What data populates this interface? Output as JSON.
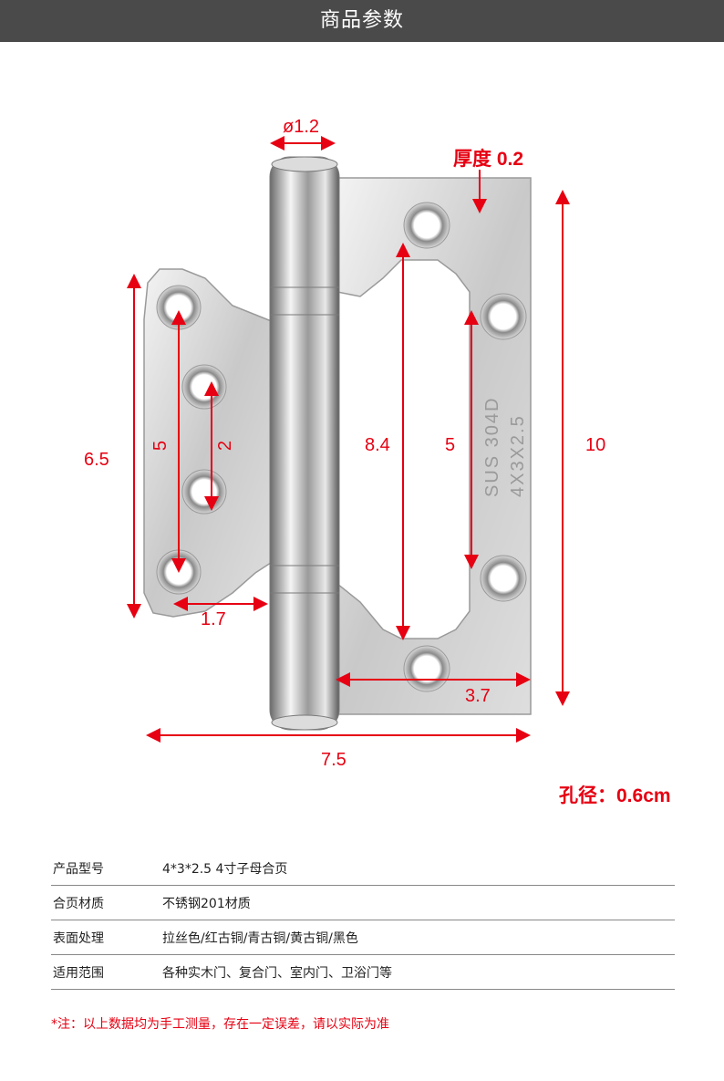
{
  "header": {
    "title": "商品参数"
  },
  "dimensions": {
    "pin_diameter": "ø1.2",
    "thickness": "厚度 0.2",
    "total_height": "10",
    "left_leaf_height": "6.5",
    "left_hole_span_outer": "5",
    "left_hole_span_inner": "2",
    "right_cutout_height": "8.4",
    "right_hole_span": "5",
    "left_leaf_width": "1.7",
    "right_leaf_width": "3.7",
    "total_width": "7.5",
    "hole_diameter": "孔径：0.6cm"
  },
  "engraving": {
    "line1": "SUS 304D",
    "line2": "4X3X2.5"
  },
  "specs": [
    {
      "key": "产品型号",
      "value": "4*3*2.5  4寸子母合页"
    },
    {
      "key": "合页材质",
      "value": "不锈钢201材质"
    },
    {
      "key": "表面处理",
      "value": "拉丝色/红古铜/青古铜/黄古铜/黑色"
    },
    {
      "key": "适用范围",
      "value": "各种实木门、复合门、室内门、卫浴门等"
    }
  ],
  "note": "*注：以上数据均为手工测量，存在一定误差，请以实际为准",
  "colors": {
    "accent": "#e60012",
    "header_bg": "#4a4a4a"
  }
}
